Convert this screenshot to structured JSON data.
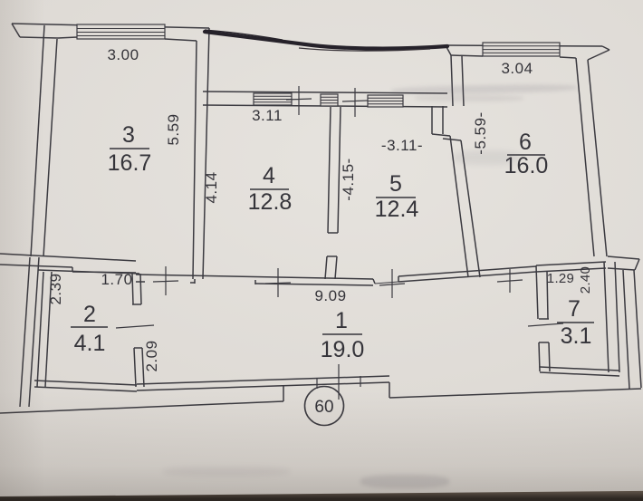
{
  "plan": {
    "rooms": [
      {
        "number": "1",
        "area": "19.0"
      },
      {
        "number": "2",
        "area": "4.1"
      },
      {
        "number": "3",
        "area": "16.7"
      },
      {
        "number": "4",
        "area": "12.8"
      },
      {
        "number": "5",
        "area": "12.4"
      },
      {
        "number": "6",
        "area": "16.0"
      },
      {
        "number": "7",
        "area": "3.1"
      }
    ],
    "dimensions": {
      "room3_top": "3.00",
      "room3_right_wall": "5.59",
      "room4_top": "3.11",
      "room4_left_wall": "4.14",
      "room5_top": "-3.11-",
      "room5_left_wall": "-4.15-",
      "room6_top": "3.04",
      "room6_left_wall": "-5.59-",
      "room2_left_wall": "2.39",
      "room2_top": "1.70",
      "hall_left_wall": "2.09",
      "hall_top": "9.09",
      "room7_top": "1.29",
      "room7_right_wall": "2.40"
    },
    "axis_marker": "60"
  },
  "colors": {
    "ink": "#3b3a40",
    "paper": "#dfdbd6",
    "marker_line": "#26222a"
  }
}
